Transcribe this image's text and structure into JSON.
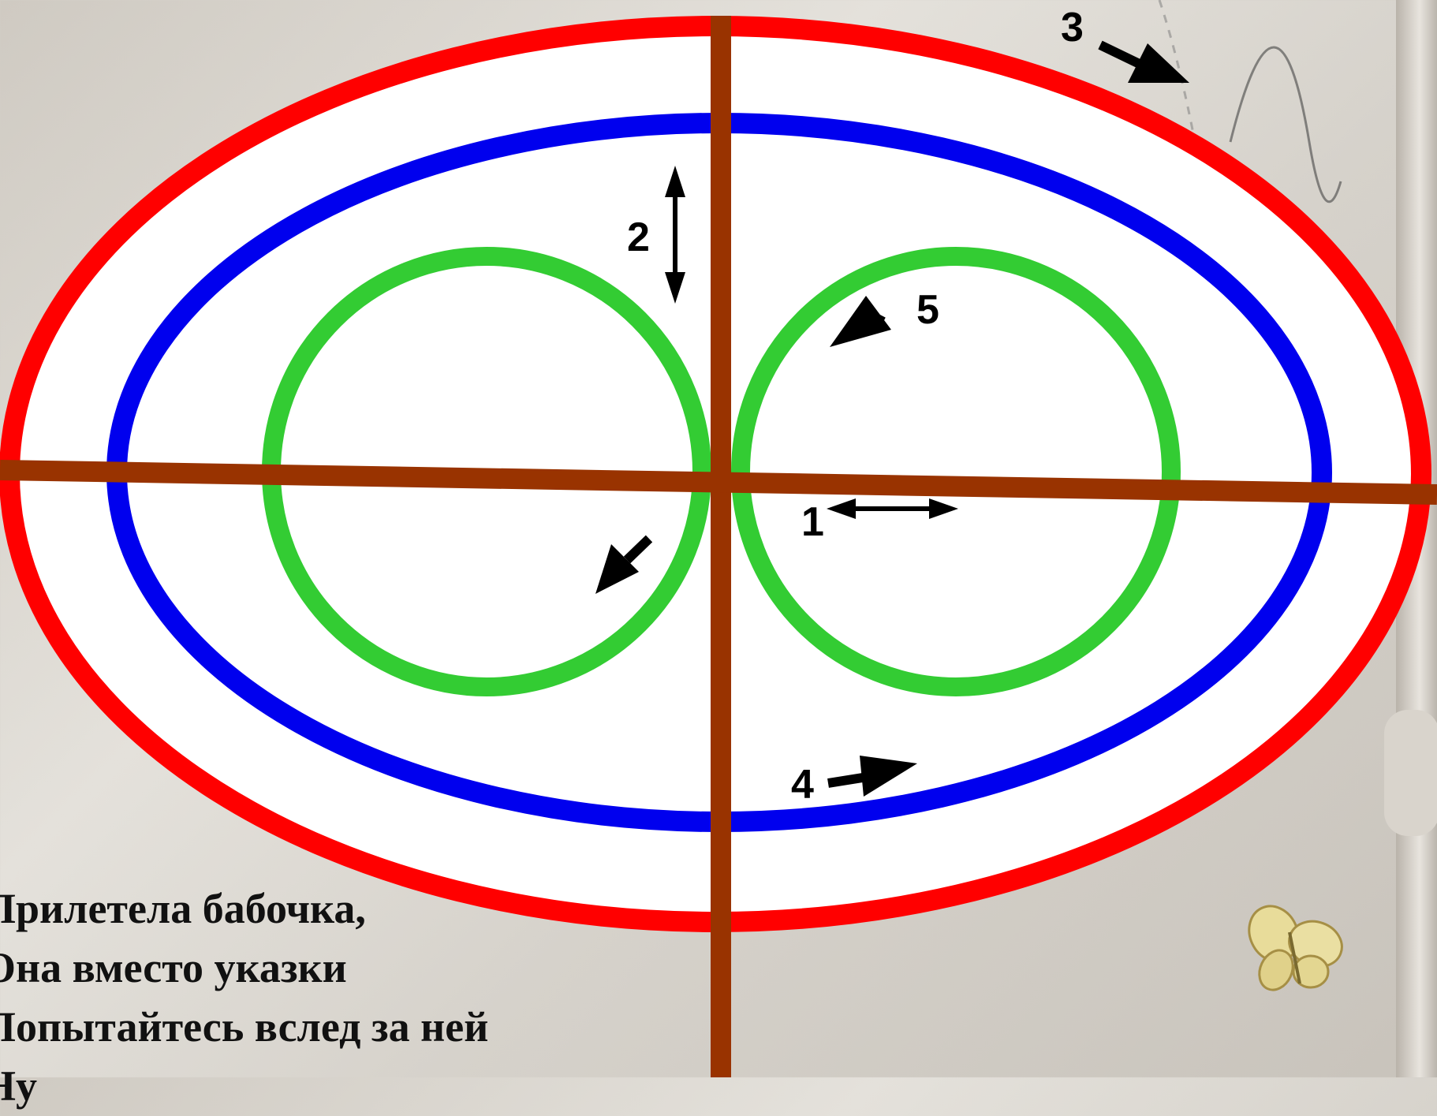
{
  "diagram": {
    "labels": {
      "one": "1",
      "two": "2",
      "three": "3",
      "four": "4",
      "five": "5"
    },
    "colors": {
      "outer_ellipse": "#ff0000",
      "inner_ellipse": "#0000ee",
      "circles": "#33cc33",
      "axes": "#993300",
      "arrows": "#000000",
      "fill": "#ffffff"
    }
  },
  "poem": {
    "lines": [
      "Прилетела бабочка,",
      "Она вместо указки",
      "Попытайтесь вслед за ней",
      "Ну"
    ]
  },
  "decor": {
    "icon": "butterfly-icon"
  }
}
